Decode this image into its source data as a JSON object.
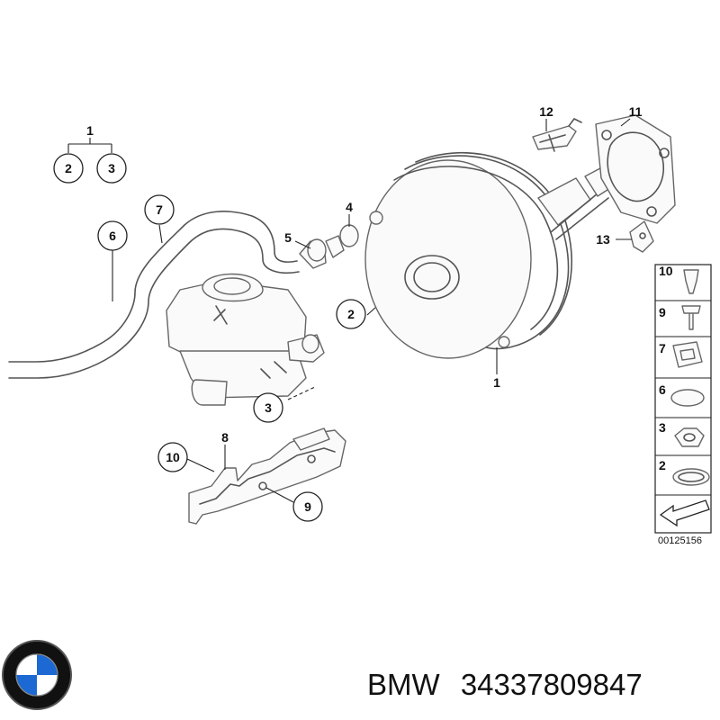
{
  "diagram": {
    "callouts": {
      "c1_top": "1",
      "c2_top": "2",
      "c3_top": "3",
      "c7": "7",
      "c6": "6",
      "c4": "4",
      "c5": "5",
      "c2_mid": "2",
      "c1_mid": "1",
      "c3_mid": "3",
      "c8": "8",
      "c10": "10",
      "c9": "9",
      "c12": "12",
      "c11": "11",
      "c13": "13"
    },
    "panel": {
      "rows": [
        "10",
        "9",
        "7",
        "6",
        "3",
        "2"
      ]
    },
    "ref_code": "00125156"
  },
  "caption": {
    "brand": "BMW",
    "part_number": "34337809847"
  },
  "colors": {
    "line": "#222222",
    "part_stroke": "#555555",
    "logo_blue": "#1c69d4",
    "logo_ring": "#111111"
  },
  "icons": {
    "logo": "bmw-roundel-icon",
    "arrow": "direction-arrow-icon"
  }
}
